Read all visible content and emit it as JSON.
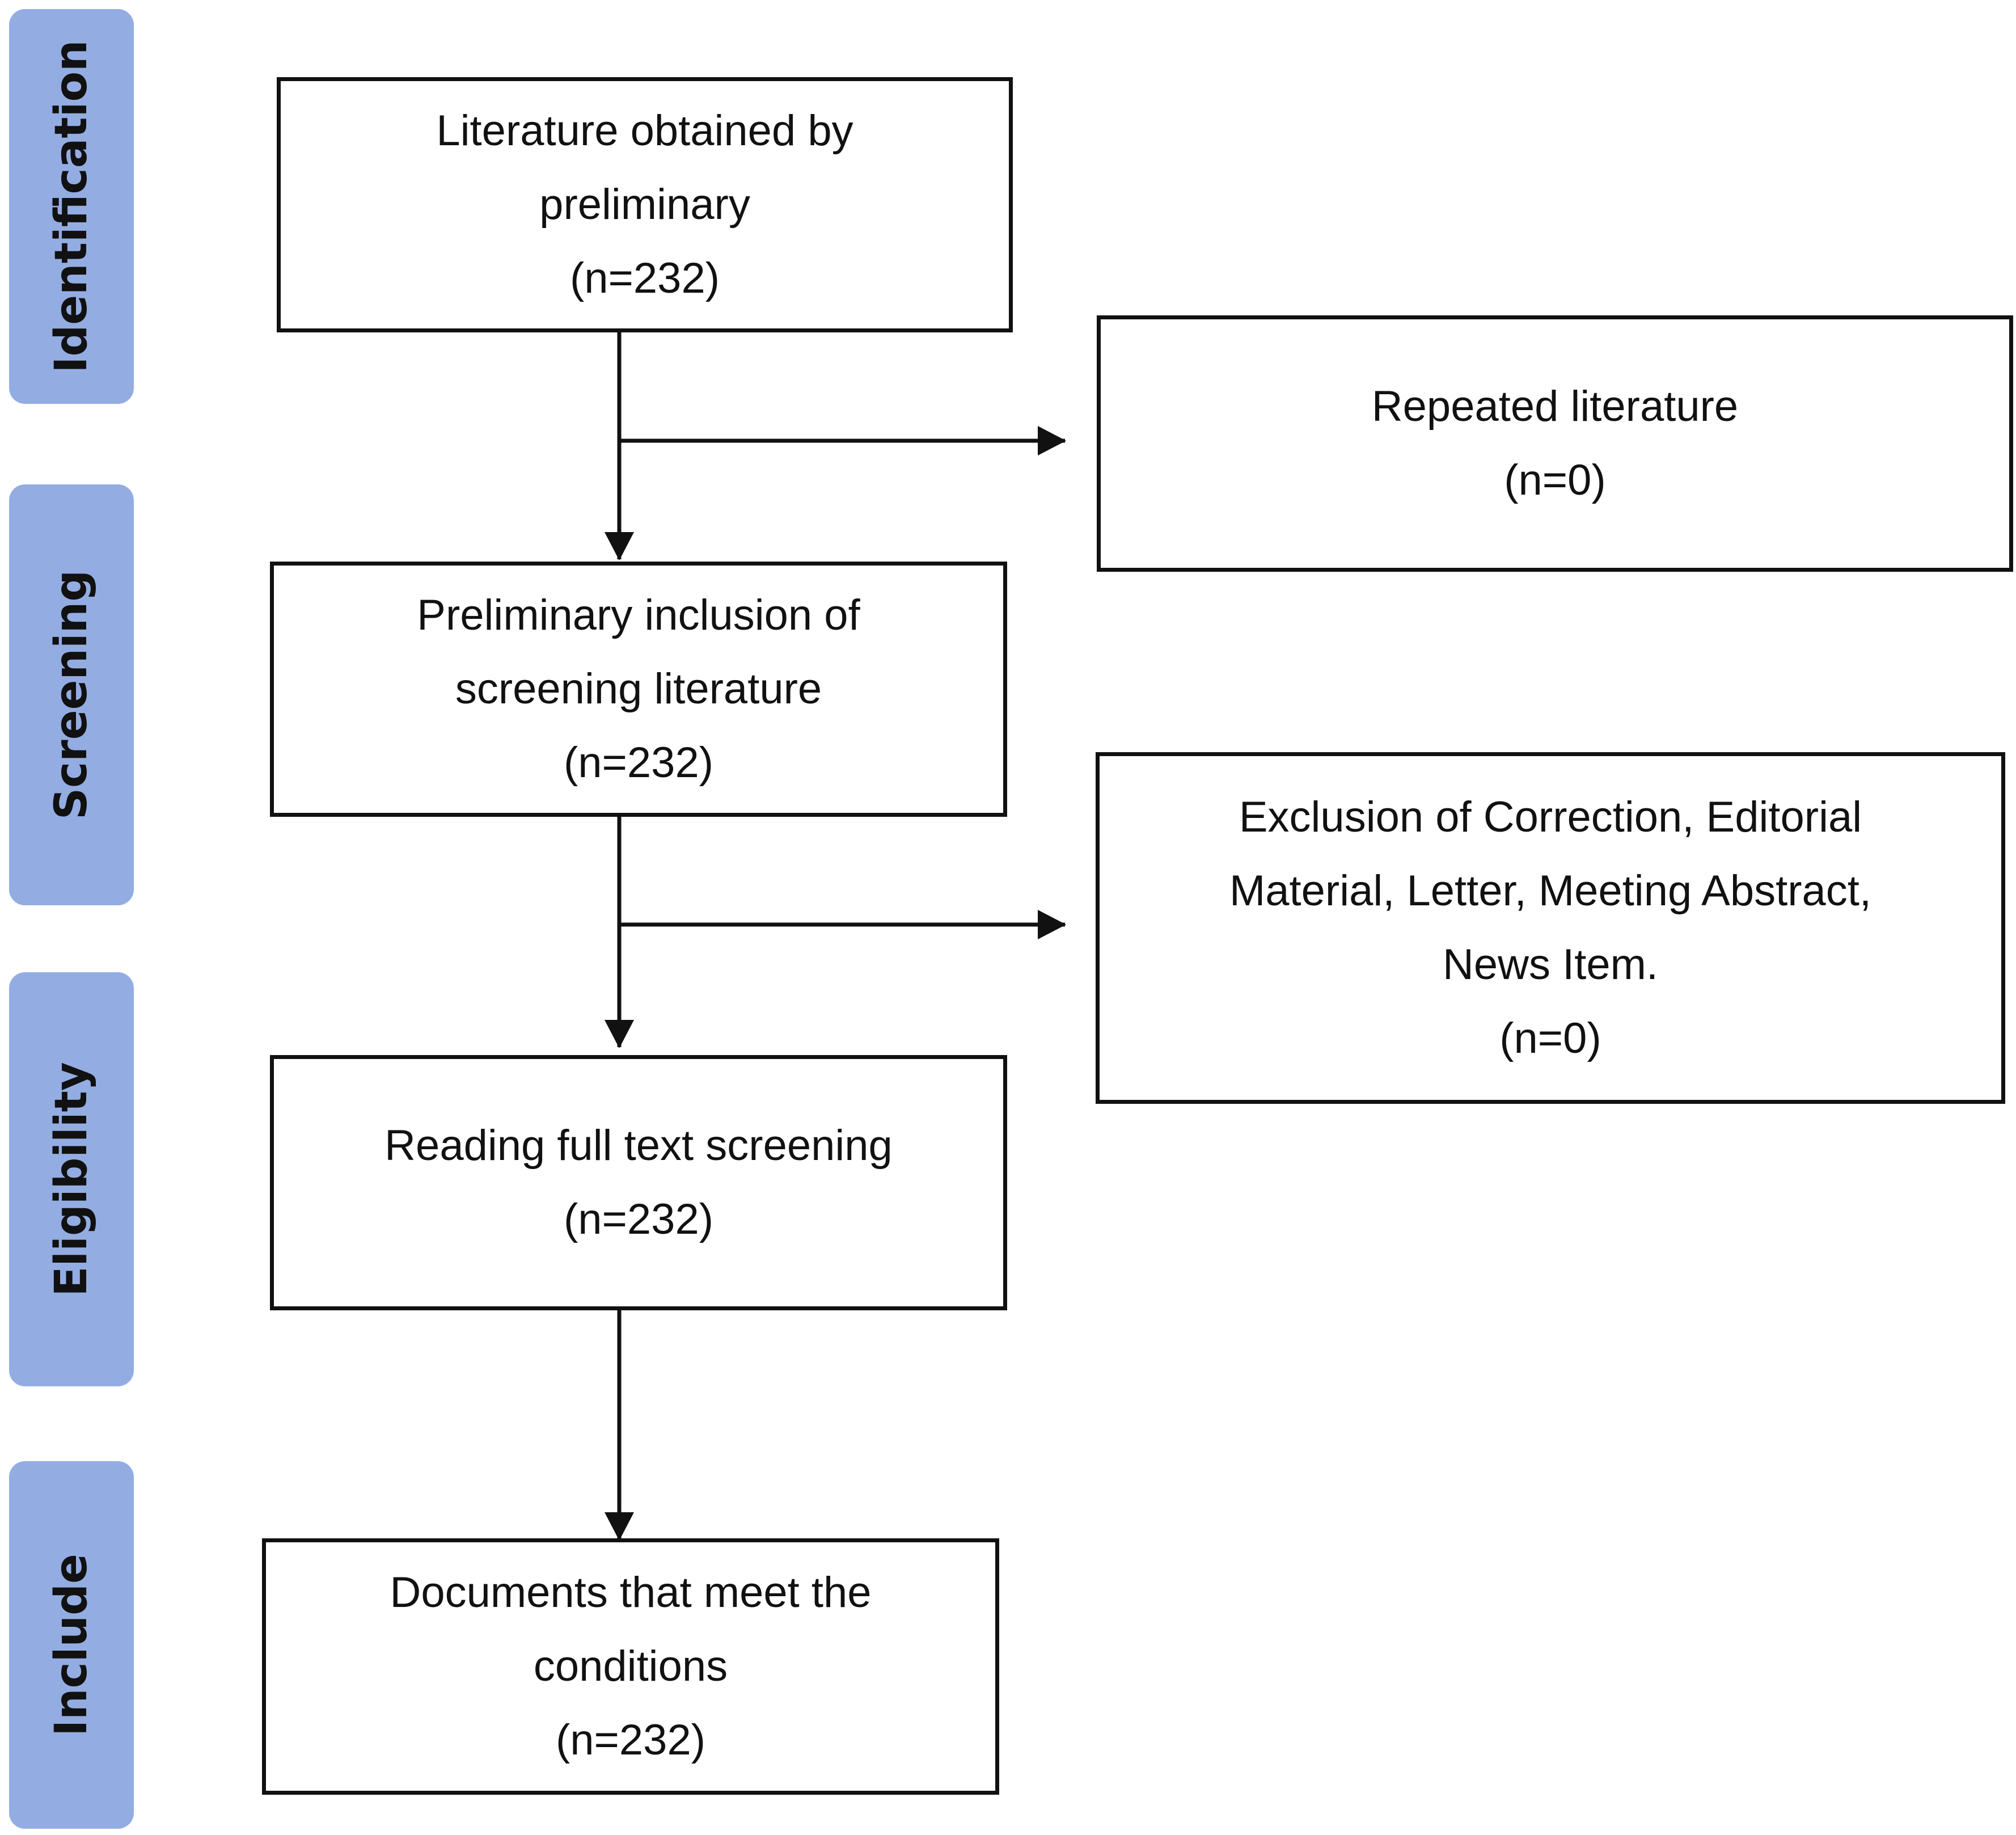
{
  "phases": [
    {
      "label": "Identification"
    },
    {
      "label": "Screening"
    },
    {
      "label": "Eligibility"
    },
    {
      "label": "Include"
    }
  ],
  "boxes": {
    "literature_obtained": {
      "lines": [
        "Literature obtained by",
        "preliminary",
        "(n=232)"
      ]
    },
    "repeated_literature": {
      "lines": [
        "Repeated literature",
        "(n=0)"
      ]
    },
    "preliminary_inclusion": {
      "lines": [
        "Preliminary inclusion of",
        "screening literature",
        "(n=232)"
      ]
    },
    "exclusion_types": {
      "lines": [
        "Exclusion of Correction, Editorial",
        "Material, Letter, Meeting Abstract,",
        "News Item.",
        "(n=0)"
      ]
    },
    "full_text_screening": {
      "lines": [
        "Reading full text screening",
        "(n=232)"
      ]
    },
    "documents_included": {
      "lines": [
        "Documents that meet the",
        "conditions",
        "(n=232)"
      ]
    }
  },
  "colors": {
    "phase_band": "#93ADE3",
    "stroke": "#111111",
    "background": "#ffffff"
  }
}
